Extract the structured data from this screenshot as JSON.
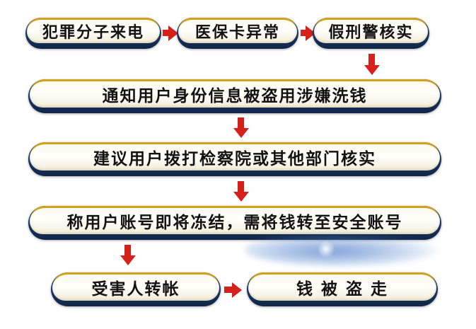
{
  "colors": {
    "arrow": "#d6201a",
    "navy": "#17335f",
    "gold": "#d2a21c",
    "text": "#121212"
  },
  "nodes": [
    {
      "id": "criminal-call",
      "label": "犯罪分子来电"
    },
    {
      "id": "insurance-abnormal",
      "label": "医保卡异常"
    },
    {
      "id": "fake-police-verify",
      "label": "假刑警核实"
    },
    {
      "id": "notify-laundering",
      "label": "通知用户身份信息被盗用涉嫌洗钱"
    },
    {
      "id": "suggest-verify",
      "label": "建议用户拨打检察院或其他部门核实"
    },
    {
      "id": "account-freeze",
      "label": "称用户账号即将冻结，需将钱转至安全账号"
    },
    {
      "id": "victim-transfer",
      "label": "受害人转帐"
    },
    {
      "id": "money-stolen",
      "label": "钱 被 盗 走"
    }
  ]
}
